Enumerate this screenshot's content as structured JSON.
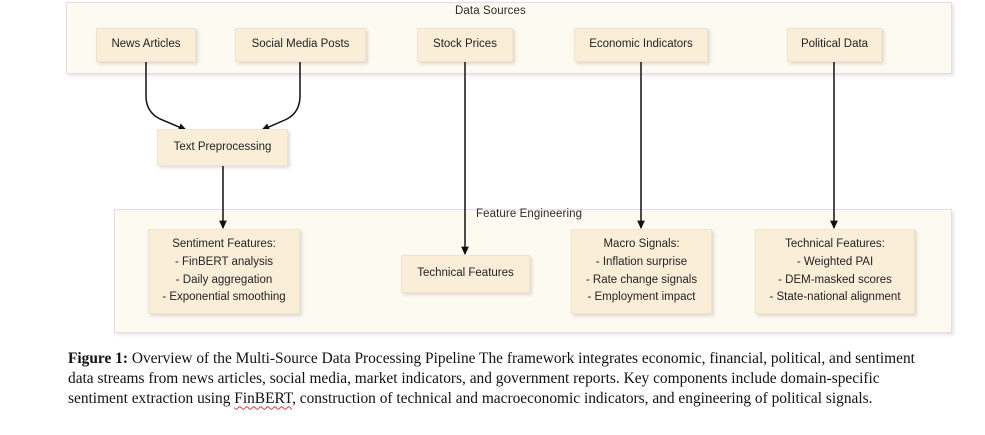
{
  "figure": {
    "panels": [
      {
        "id": "data-sources",
        "title": "Data Sources"
      },
      {
        "id": "feature-engineering",
        "title": "Feature Engineering"
      }
    ],
    "nodes": {
      "news_articles": {
        "label": "News Articles"
      },
      "social_media_posts": {
        "label": "Social Media Posts"
      },
      "stock_prices": {
        "label": "Stock Prices"
      },
      "economic_indicators": {
        "label": "Economic Indicators"
      },
      "political_data": {
        "label": "Political Data"
      },
      "text_preprocessing": {
        "label": "Text Preprocessing"
      },
      "sentiment_features": {
        "title": "Sentiment Features:",
        "items": [
          "- FinBERT analysis",
          "- Daily aggregation",
          "- Exponential smoothing"
        ]
      },
      "technical_features_mid": {
        "label": "Technical Features"
      },
      "macro_signals": {
        "title": "Macro Signals:",
        "items": [
          "- Inflation surprise",
          "- Rate change signals",
          "- Employment impact"
        ]
      },
      "technical_features_right": {
        "title": "Technical Features:",
        "items": [
          "- Weighted PAI",
          "- DEM-masked scores",
          "- State-national alignment"
        ]
      }
    },
    "colors": {
      "node_fill": "#fbeed9",
      "panel_fill": "#fdfaf2",
      "panel_border": "#e4dbe9",
      "edge": "#3a3a3a",
      "spellcheck_underline": "#e03b3b"
    }
  },
  "caption": {
    "label": "Figure 1:",
    "part1": " Overview of the Multi-Source Data Processing Pipeline The framework integrates economic, financial, political, and sentiment data streams from news articles, social media, market indicators, and government reports. Key components include domain-specific sentiment extraction using ",
    "flagged_word": "FinBERT",
    "part2": ", construction of technical and macroeconomic indicators, and engineering of political signals."
  }
}
